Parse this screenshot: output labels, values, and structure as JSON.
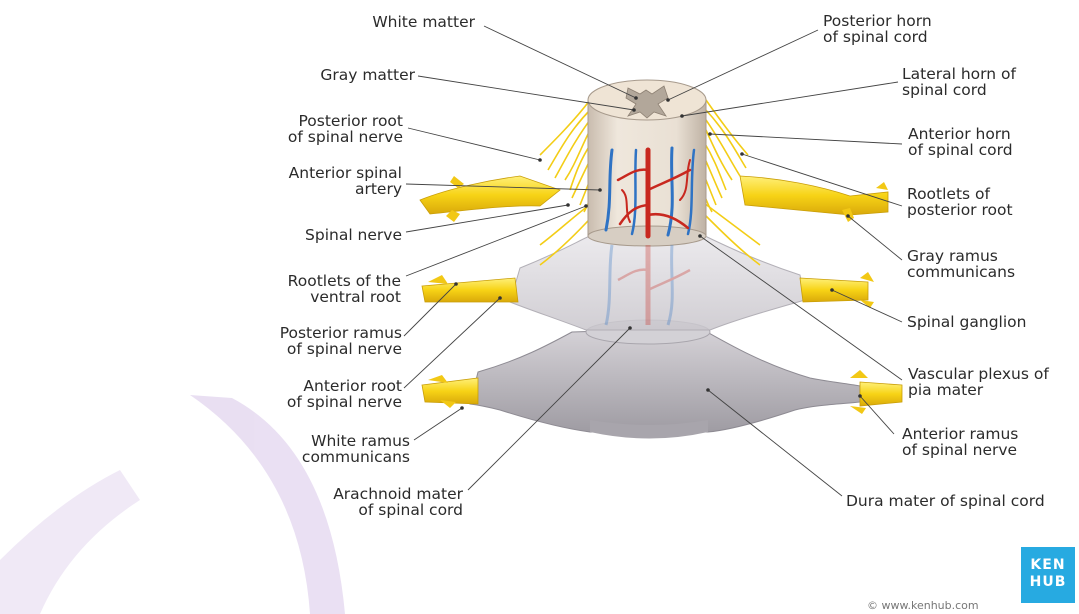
{
  "labels_left": [
    {
      "id": "white-matter",
      "lines": [
        "White matter"
      ]
    },
    {
      "id": "gray-matter",
      "lines": [
        "Gray matter"
      ]
    },
    {
      "id": "posterior-root",
      "lines": [
        "Posterior root",
        "of spinal nerve"
      ]
    },
    {
      "id": "anterior-spinal-artery",
      "lines": [
        "Anterior spinal",
        "artery"
      ]
    },
    {
      "id": "spinal-nerve",
      "lines": [
        "Spinal nerve"
      ]
    },
    {
      "id": "rootlets-ventral",
      "lines": [
        "Rootlets of the",
        "ventral root"
      ]
    },
    {
      "id": "posterior-ramus",
      "lines": [
        "Posterior ramus",
        "of spinal nerve"
      ]
    },
    {
      "id": "anterior-root",
      "lines": [
        "Anterior root",
        "of spinal nerve"
      ]
    },
    {
      "id": "white-ramus",
      "lines": [
        "White ramus",
        "communicans"
      ]
    },
    {
      "id": "arachnoid",
      "lines": [
        "Arachnoid mater",
        "of spinal cord"
      ]
    }
  ],
  "labels_right": [
    {
      "id": "posterior-horn",
      "lines": [
        "Posterior horn",
        "of spinal cord"
      ]
    },
    {
      "id": "lateral-horn",
      "lines": [
        "Lateral horn of",
        "spinal cord"
      ]
    },
    {
      "id": "anterior-horn",
      "lines": [
        "Anterior horn",
        "of spinal cord"
      ]
    },
    {
      "id": "rootlets-posterior",
      "lines": [
        "Rootlets of",
        "posterior root"
      ]
    },
    {
      "id": "gray-ramus",
      "lines": [
        "Gray ramus",
        "communicans"
      ]
    },
    {
      "id": "spinal-ganglion",
      "lines": [
        "Spinal ganglion"
      ]
    },
    {
      "id": "vascular-plexus",
      "lines": [
        "Vascular plexus of",
        "pia mater"
      ]
    },
    {
      "id": "anterior-ramus",
      "lines": [
        "Anterior ramus",
        "of spinal nerve"
      ]
    },
    {
      "id": "dura",
      "lines": [
        "Dura mater of spinal cord"
      ]
    }
  ],
  "logo": {
    "line1": "KEN",
    "line2": "HUB"
  },
  "copyright": "© www.kenhub.com",
  "colors": {
    "nerve": "#f5d21a",
    "nerve_dark": "#e2b90c",
    "cord": "#e6ddd2",
    "artery": "#c8281f",
    "vein": "#2f73c4",
    "dura": "#b9b6bb",
    "arachnoid": "#d9d7db",
    "leader": "#444444",
    "watermark": "#7b3fb5",
    "logo": "#27aae1"
  }
}
